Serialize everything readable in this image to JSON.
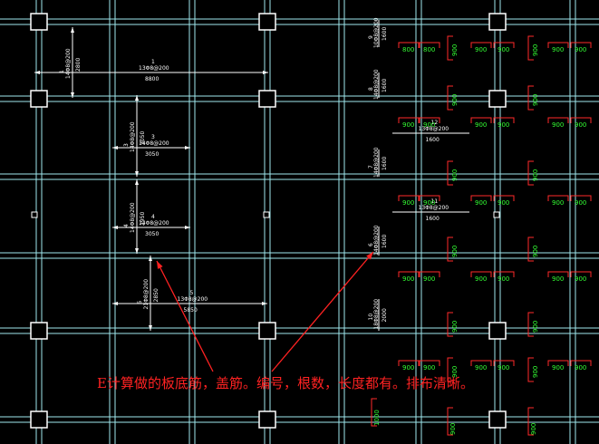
{
  "colors": {
    "background": "#000000",
    "beam": "#9fe8ee",
    "column": "#ffffff",
    "dim": "#ffffff",
    "marker": "#ff2a2a",
    "label": "#33ff33",
    "annotation": "#ff2222"
  },
  "annotation": {
    "text": "E计算做的板底筋，盖筋。编号，根数，长度都有。排布清晰。"
  },
  "bottom_bars": [
    {
      "id": "1",
      "spec": "13Φ8@200",
      "len": "8800"
    },
    {
      "id": "3",
      "spec": "14Φ8@200",
      "len": "3050"
    },
    {
      "id": "4",
      "spec": "14Φ8@200",
      "len": "3050"
    },
    {
      "id": "5",
      "spec": "13Φ8@200",
      "len": "5850"
    }
  ],
  "vertical_bars": [
    {
      "id": "1",
      "spec": "14Φ8@200",
      "len": "2800"
    },
    {
      "id": "3",
      "spec": "14Φ8@200",
      "len": "3050"
    },
    {
      "id": "4",
      "spec": "14Φ8@200",
      "len": "2950"
    },
    {
      "id": "5",
      "spec": "21Φ8@200",
      "len": "2850"
    }
  ],
  "cover_bars_v": [
    {
      "id": "9",
      "spec": "10Φ8@200",
      "len": "1600"
    },
    {
      "id": "8",
      "spec": "14Φ8@200",
      "len": "1600"
    },
    {
      "id": "7",
      "spec": "14Φ8@200",
      "len": "1600"
    },
    {
      "id": "6",
      "spec": "14Φ8@200",
      "len": "1600"
    },
    {
      "id": "10",
      "spec": "18Φ8@200",
      "len": "2000"
    }
  ],
  "cover_bars_h": [
    {
      "id": "12",
      "spec": "13Φ8@200",
      "len": "1600"
    },
    {
      "id": "11",
      "spec": "13Φ8@200",
      "len": "1600"
    }
  ],
  "green_label": "900",
  "green_label_800": "800",
  "green_label_1000": "1000"
}
